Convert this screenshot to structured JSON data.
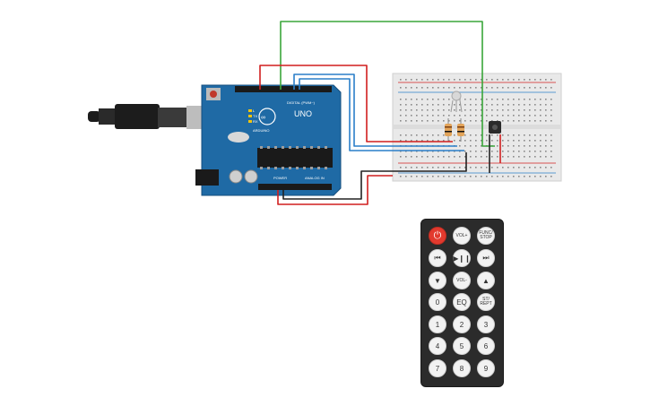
{
  "arduino": {
    "model_label": "UNO",
    "brand_label": "ARDUINO",
    "digital_label": "DIGITAL (PWM~)",
    "power_label": "POWER",
    "analog_label": "ANALOG IN",
    "tx_label": "TX",
    "rx_label": "RX",
    "l_label": "L"
  },
  "remote": {
    "buttons": [
      {
        "label": "⏻",
        "name": "power-button"
      },
      {
        "label": "VOL+",
        "name": "vol-up-button"
      },
      {
        "label": "FUNC/ STOP",
        "name": "func-stop-button"
      },
      {
        "label": "⏮",
        "name": "prev-button"
      },
      {
        "label": "▶❙❙",
        "name": "play-pause-button"
      },
      {
        "label": "⏭",
        "name": "next-button"
      },
      {
        "label": "▼",
        "name": "down-button"
      },
      {
        "label": "VOL-",
        "name": "vol-down-button"
      },
      {
        "label": "▲",
        "name": "up-button"
      },
      {
        "label": "0",
        "name": "digit-0-button"
      },
      {
        "label": "EQ",
        "name": "eq-button"
      },
      {
        "label": "ST/ REPT",
        "name": "st-rept-button"
      },
      {
        "label": "1",
        "name": "digit-1-button"
      },
      {
        "label": "2",
        "name": "digit-2-button"
      },
      {
        "label": "3",
        "name": "digit-3-button"
      },
      {
        "label": "4",
        "name": "digit-4-button"
      },
      {
        "label": "5",
        "name": "digit-5-button"
      },
      {
        "label": "6",
        "name": "digit-6-button"
      },
      {
        "label": "7",
        "name": "digit-7-button"
      },
      {
        "label": "8",
        "name": "digit-8-button"
      },
      {
        "label": "9",
        "name": "digit-9-button"
      }
    ]
  },
  "colors": {
    "board": "#1f6aa5",
    "wire_red": "#d11f1f",
    "wire_black": "#222222",
    "wire_green": "#3aa63a",
    "wire_blue": "#2a7fc9",
    "breadboard": "#e9e9e9",
    "power_button": "#e23a2e"
  }
}
